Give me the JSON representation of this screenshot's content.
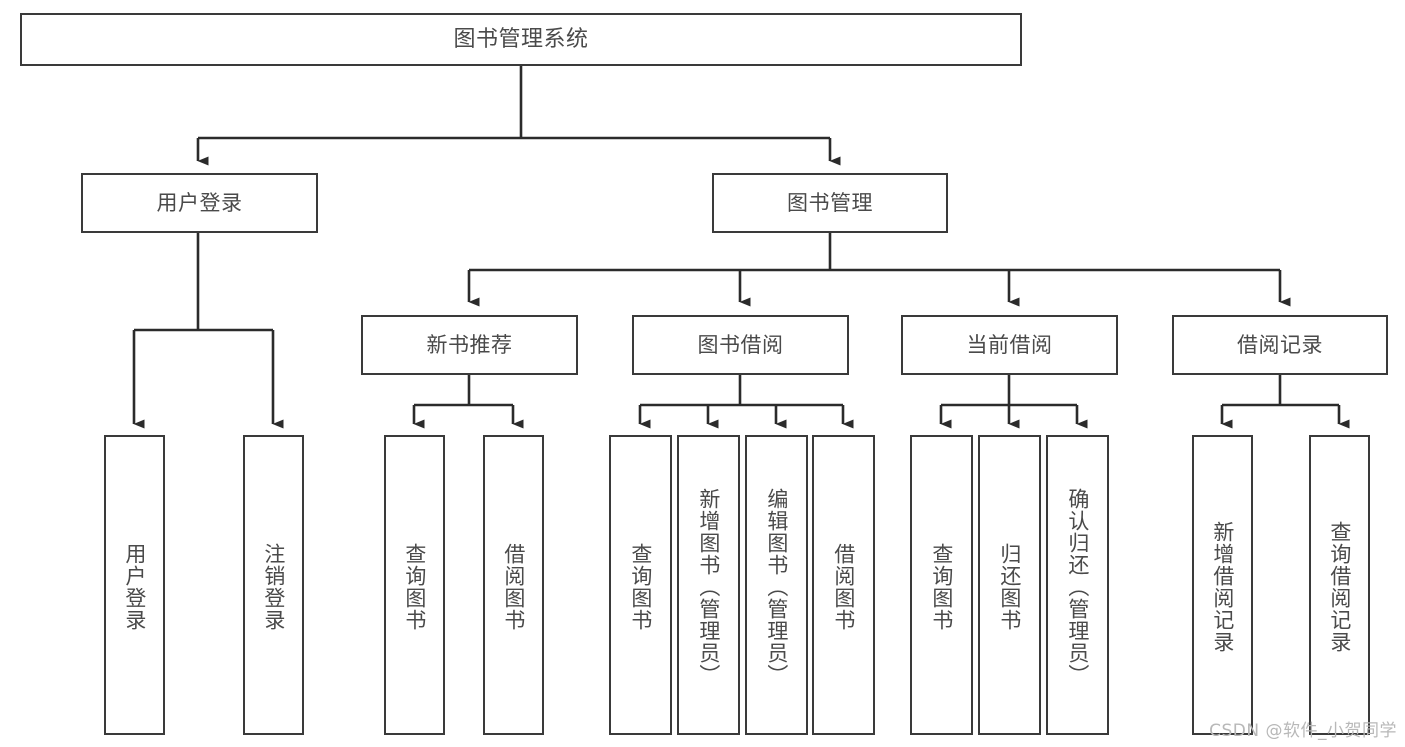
{
  "diagram": {
    "title": "图书管理系统",
    "type": "tree",
    "orientation": "top-down",
    "colors": {
      "box_border": "#3a3a3a",
      "box_fill": "#ffffff",
      "text": "#4a4a4a",
      "connector": "#2b2b2b",
      "watermark": "#b8b8b8",
      "background": "#ffffff"
    }
  },
  "nodes": {
    "root": {
      "label": "图书管理系统",
      "level": 1
    },
    "level2": [
      {
        "id": "user-login",
        "label": "用户登录"
      },
      {
        "id": "book-manage",
        "label": "图书管理"
      }
    ],
    "level3": [
      {
        "id": "new-book-recommend",
        "label": "新书推荐",
        "parent": "book-manage"
      },
      {
        "id": "book-borrow",
        "label": "图书借阅",
        "parent": "book-manage"
      },
      {
        "id": "current-borrow",
        "label": "当前借阅",
        "parent": "book-manage"
      },
      {
        "id": "borrow-record",
        "label": "借阅记录",
        "parent": "book-manage"
      }
    ],
    "leaves": {
      "user-login": [
        {
          "id": "leaf-user-login",
          "label": "用户登录"
        },
        {
          "id": "leaf-user-logout",
          "label": "注销登录"
        }
      ],
      "new-book-recommend": [
        {
          "id": "leaf-query-book-1",
          "label": "查询图书"
        },
        {
          "id": "leaf-borrow-book-1",
          "label": "借阅图书"
        }
      ],
      "book-borrow": [
        {
          "id": "leaf-query-book-2",
          "label": "查询图书"
        },
        {
          "id": "leaf-add-book",
          "label": "新增图书（管理员）"
        },
        {
          "id": "leaf-edit-book",
          "label": "编辑图书（管理员）"
        },
        {
          "id": "leaf-borrow-book-2",
          "label": "借阅图书"
        }
      ],
      "current-borrow": [
        {
          "id": "leaf-query-book-3",
          "label": "查询图书"
        },
        {
          "id": "leaf-return-book",
          "label": "归还图书"
        },
        {
          "id": "leaf-confirm-return",
          "label": "确认归还（管理员）"
        }
      ],
      "borrow-record": [
        {
          "id": "leaf-add-record",
          "label": "新增借阅记录"
        },
        {
          "id": "leaf-query-record",
          "label": "查询借阅记录"
        }
      ]
    }
  },
  "watermark": {
    "text": "CSDN @软件_小贺同学"
  }
}
